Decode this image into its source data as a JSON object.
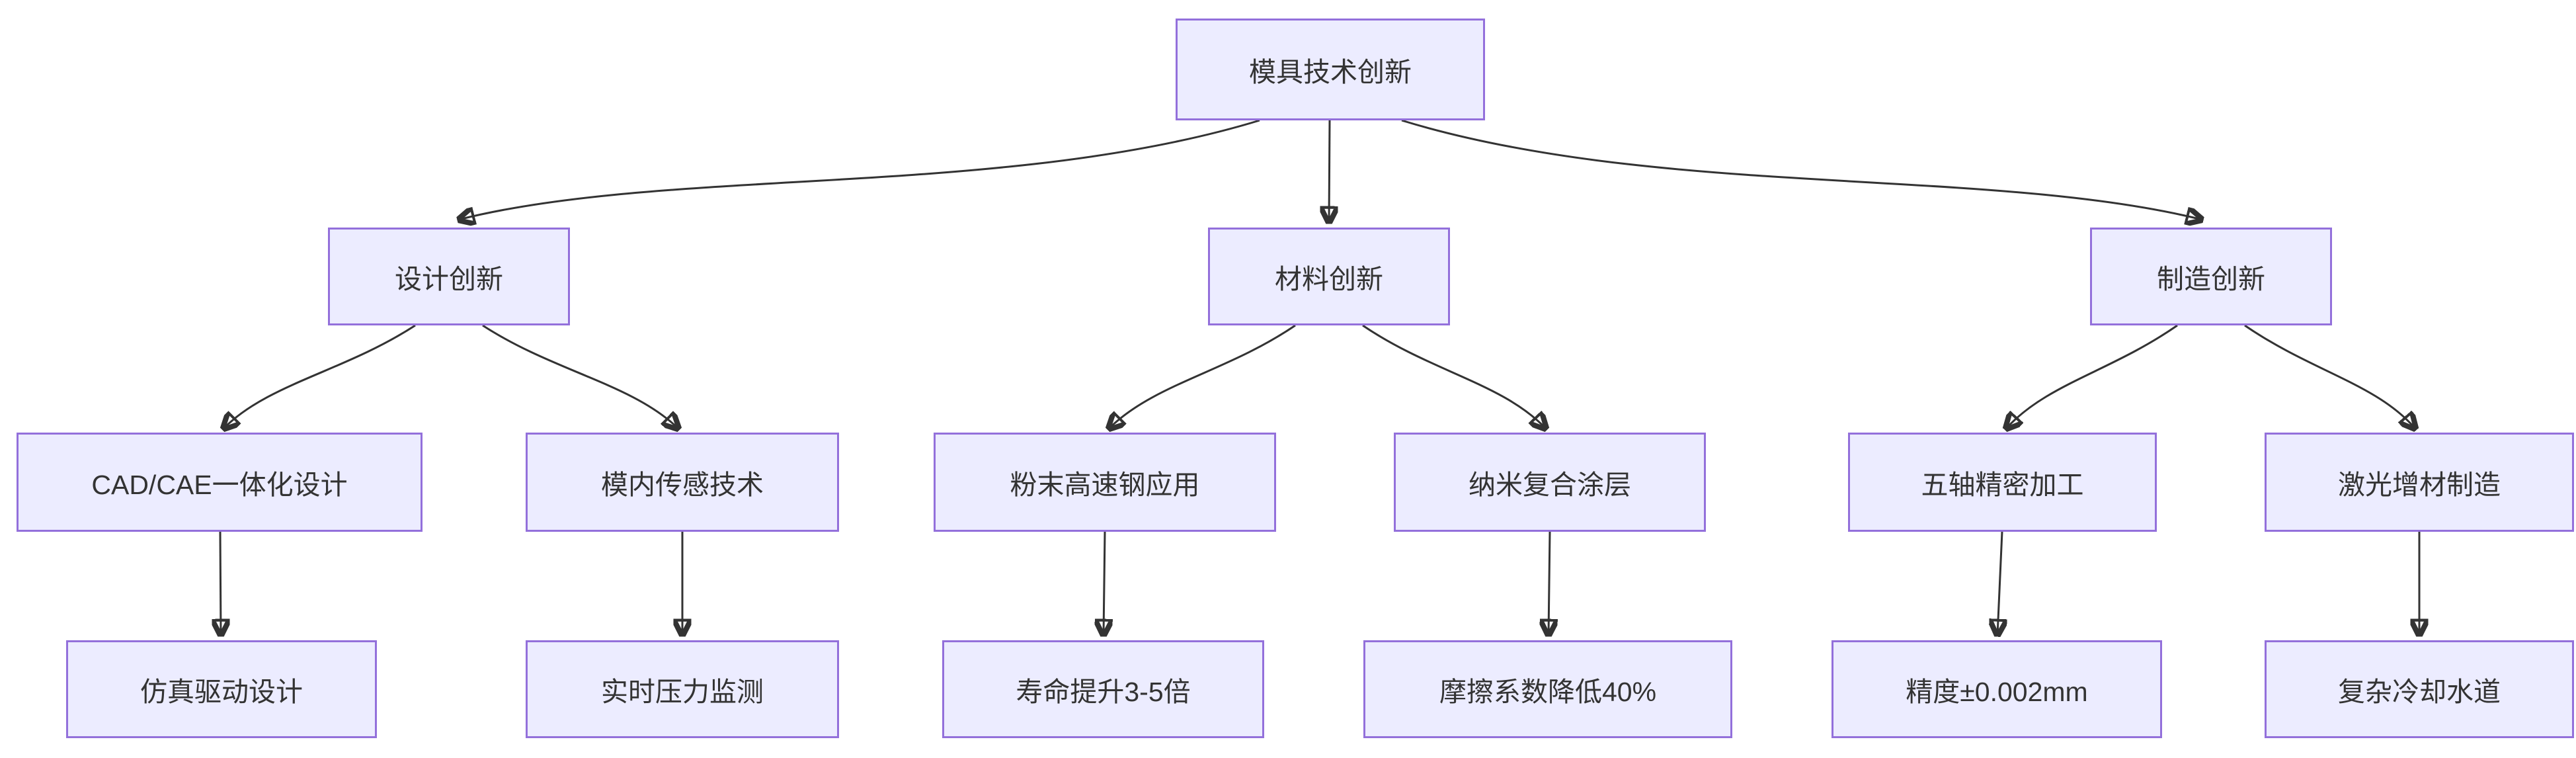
{
  "diagram": {
    "type": "flowchart",
    "direction": "top-down",
    "colors": {
      "node_fill": "#ECECFF",
      "node_border": "#9370DB",
      "node_text": "#333333",
      "edge": "#333333",
      "background": "#FFFFFF"
    },
    "nodes": {
      "root": {
        "label": "模具技术创新"
      },
      "design": {
        "label": "设计创新"
      },
      "material": {
        "label": "材料创新"
      },
      "manufacture": {
        "label": "制造创新"
      },
      "cadcae": {
        "label": "CAD/CAE一体化设计"
      },
      "sensor": {
        "label": "模内传感技术"
      },
      "powder": {
        "label": "粉末高速钢应用"
      },
      "nano": {
        "label": "纳米复合涂层"
      },
      "fiveaxis": {
        "label": "五轴精密加工"
      },
      "laser": {
        "label": "激光增材制造"
      },
      "simulation": {
        "label": "仿真驱动设计"
      },
      "pressure": {
        "label": "实时压力监测"
      },
      "lifespan": {
        "label": "寿命提升3-5倍"
      },
      "friction": {
        "label": "摩擦系数降低40%"
      },
      "precision": {
        "label": "精度±0.002mm"
      },
      "cooling": {
        "label": "复杂冷却水道"
      }
    },
    "edges": [
      {
        "from": "模具技术创新",
        "to": "设计创新"
      },
      {
        "from": "模具技术创新",
        "to": "材料创新"
      },
      {
        "from": "模具技术创新",
        "to": "制造创新"
      },
      {
        "from": "设计创新",
        "to": "CAD/CAE一体化设计"
      },
      {
        "from": "设计创新",
        "to": "模内传感技术"
      },
      {
        "from": "材料创新",
        "to": "粉末高速钢应用"
      },
      {
        "from": "材料创新",
        "to": "纳米复合涂层"
      },
      {
        "from": "制造创新",
        "to": "五轴精密加工"
      },
      {
        "from": "制造创新",
        "to": "激光增材制造"
      },
      {
        "from": "CAD/CAE一体化设计",
        "to": "仿真驱动设计"
      },
      {
        "from": "模内传感技术",
        "to": "实时压力监测"
      },
      {
        "from": "粉末高速钢应用",
        "to": "寿命提升3-5倍"
      },
      {
        "from": "纳米复合涂层",
        "to": "摩擦系数降低40%"
      },
      {
        "from": "五轴精密加工",
        "to": "精度±0.002mm"
      },
      {
        "from": "激光增材制造",
        "to": "复杂冷却水道"
      }
    ]
  }
}
